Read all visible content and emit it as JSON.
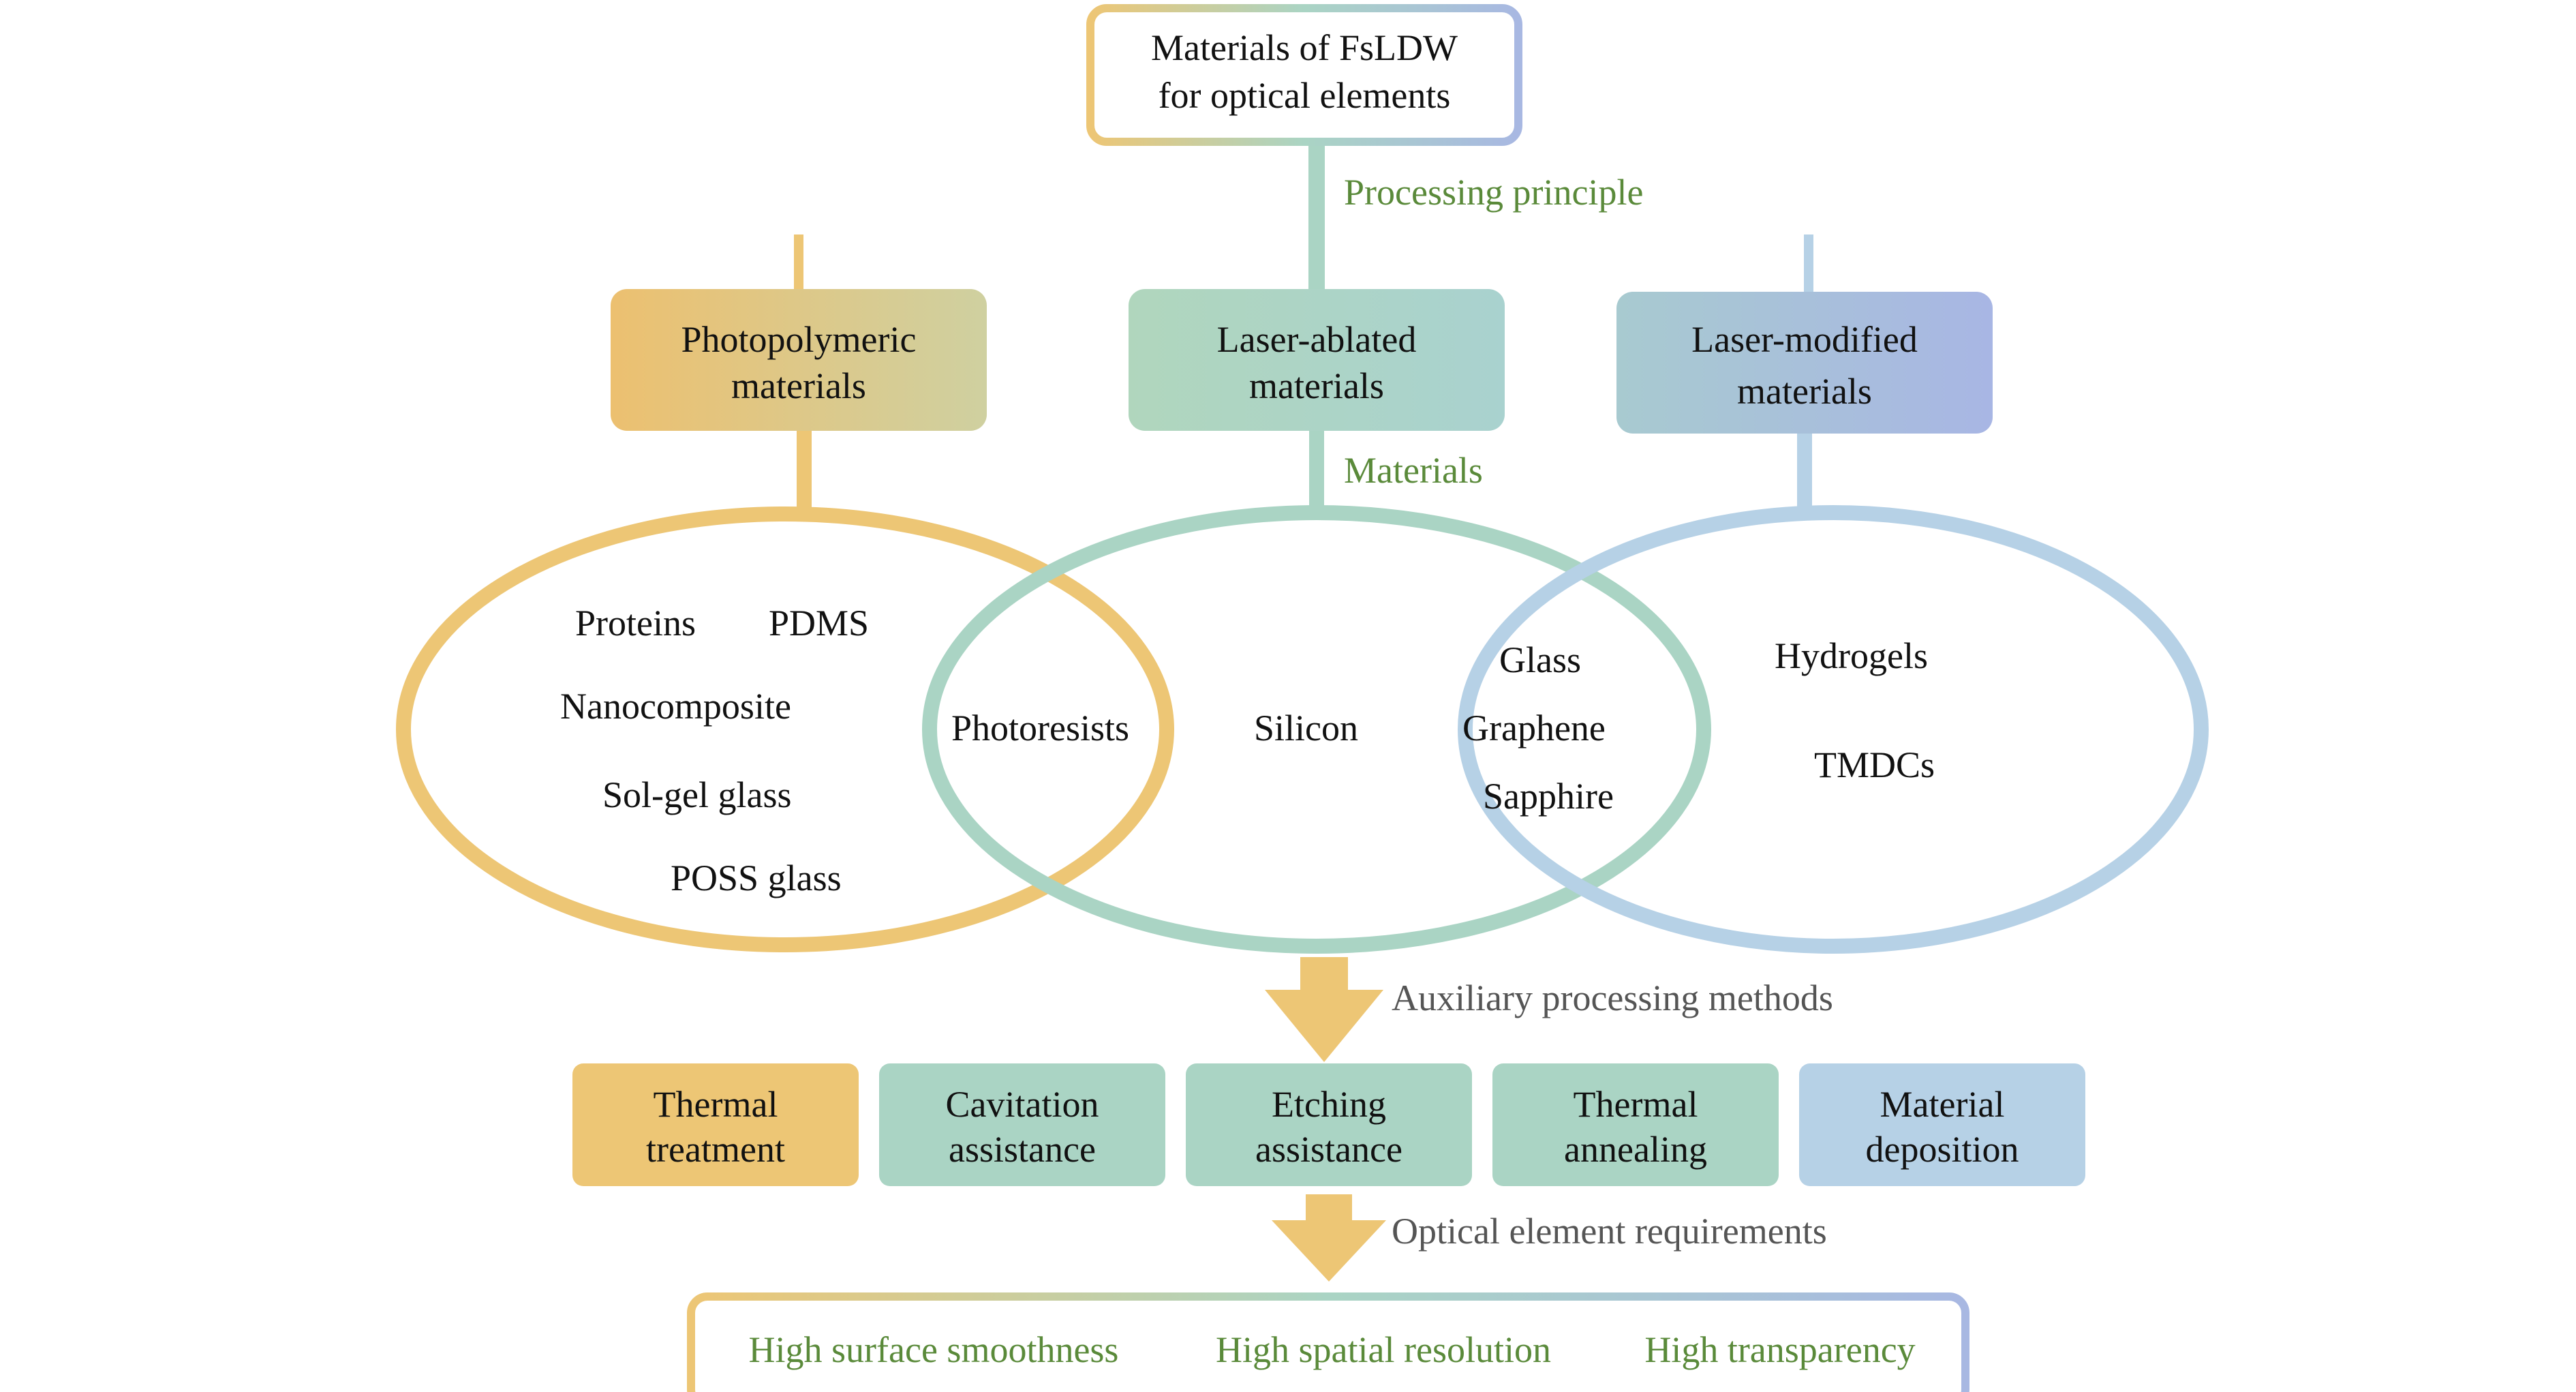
{
  "colors": {
    "yellow": "#edc675",
    "teal": "#aad4c4",
    "blue": "#b6d1e6",
    "lavender": "#a8b8e2",
    "green_text": "#5a8a3a",
    "gray_text": "#555555",
    "arrow": "#edc675"
  },
  "top_box": {
    "line1": "Materials of FsLDW",
    "line2": "for optical elements"
  },
  "labels": {
    "processing_principle": "Processing principle",
    "materials": "Materials",
    "auxiliary": "Auxiliary processing methods",
    "requirements": "Optical element requirements"
  },
  "categories": [
    {
      "line1": "Photopolymeric",
      "line2": "materials"
    },
    {
      "line1": "Laser-ablated",
      "line2": "materials"
    },
    {
      "line1": "Laser-modified",
      "line2": "materials"
    }
  ],
  "venn": {
    "left": [
      "Proteins",
      "PDMS",
      "Nanocomposite",
      "Sol-gel glass",
      "POSS glass"
    ],
    "overlap_left_middle": [
      "Photoresists"
    ],
    "middle": [
      "Silicon"
    ],
    "overlap_middle_right": [
      "Glass",
      "Graphene",
      "Sapphire"
    ],
    "right": [
      "Hydrogels",
      "TMDCs"
    ]
  },
  "methods": [
    {
      "line1": "Thermal",
      "line2": "treatment"
    },
    {
      "line1": "Cavitation",
      "line2": "assistance"
    },
    {
      "line1": "Etching",
      "line2": "assistance"
    },
    {
      "line1": "Thermal",
      "line2": "annealing"
    },
    {
      "line1": "Material",
      "line2": "deposition"
    }
  ],
  "requirements": [
    "High surface smoothness",
    "High spatial resolution",
    "High transparency"
  ]
}
